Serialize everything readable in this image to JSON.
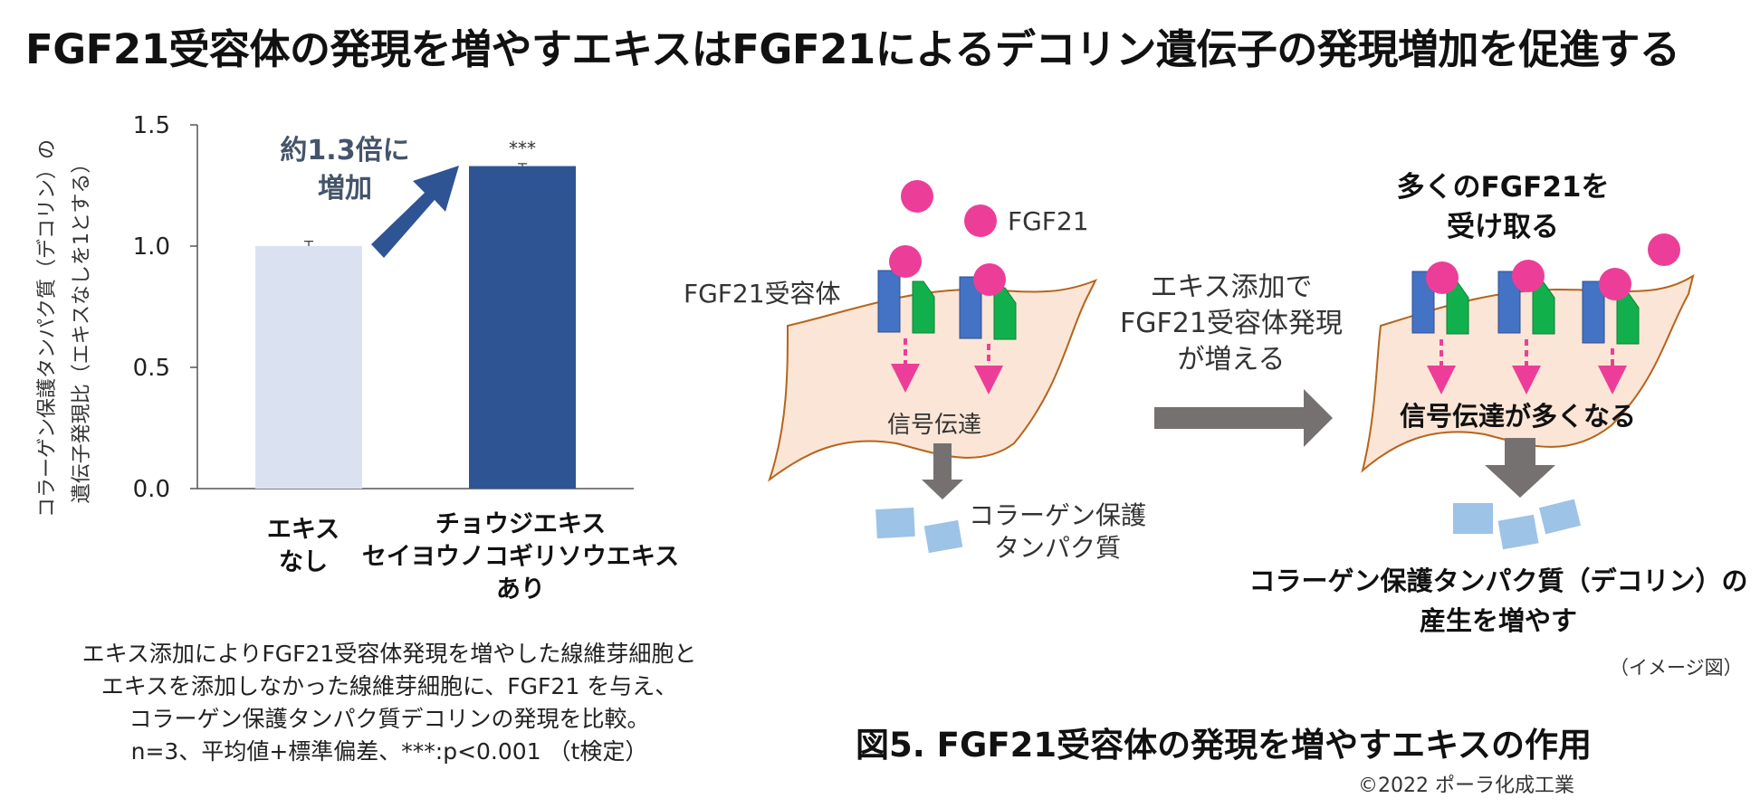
{
  "title": "FGF21受容体の発現を増やすエキスはFGF21によるデコリン遺伝子の発現増加を促進する",
  "chart_data": {
    "type": "bar",
    "categories": [
      [
        "エキス",
        "なし"
      ],
      [
        "チョウジエキス",
        "セイヨウノコギリソウエキス",
        "あり"
      ]
    ],
    "values": [
      1.0,
      1.33
    ],
    "errors": [
      0.02,
      0.01
    ],
    "bar_colors": [
      "#dae2f2",
      "#2f5494"
    ],
    "ylabel_lines": [
      "コラーゲン保護タンパク質（デコリン）の",
      "遺伝子発現比（エキスなしを1とする）"
    ],
    "ylim": [
      0,
      1.5
    ],
    "yticks": [
      "0.0",
      "0.5",
      "1.0",
      "1.5"
    ],
    "significance": "***",
    "annotation_lines": [
      "約1.3倍に",
      "増加"
    ],
    "annotation_color": "#44546a",
    "arrow_color": "#2f5494",
    "grid": false
  },
  "caption_lines": [
    "エキス添加によりFGF21受容体発現を増やした線維芽細胞と",
    "エキスを添加しなかった線維芽細胞に、FGF21 を与え、",
    "コラーゲン保護タンパク質デコリンの発現を比較。",
    "n=3、平均値+標準偏差、***:p<0.001 （t検定）"
  ],
  "diagram": {
    "left": {
      "ligand_label": "FGF21",
      "receptor_label": "FGF21受容体",
      "signal_label": "信号伝達",
      "product_lines": [
        "コラーゲン保護",
        "タンパク質"
      ]
    },
    "middle_lines": [
      "エキス添加で",
      "FGF21受容体発現",
      "が増える"
    ],
    "right": {
      "top_lines": [
        "多くのFGF21を",
        "受け取る"
      ],
      "signal_label": "信号伝達が多くなる",
      "result_lines": [
        "コラーゲン保護タンパク質（デコリン）の",
        "産生を増やす"
      ]
    },
    "image_note": "（イメージ図）",
    "colors": {
      "ligand": "#ec3e98",
      "receptor_blue": "#4472c4",
      "receptor_green": "#12b04c",
      "cell_fill": "#fbe5d6",
      "cell_stroke": "#b5651d",
      "signal": "#ec3e98",
      "arrow_gray": "#767171",
      "product": "#9dc3e6"
    }
  },
  "figure_caption": "図5. FGF21受容体の発現を増やすエキスの作用",
  "copyright": "©2022 ポーラ化成工業"
}
